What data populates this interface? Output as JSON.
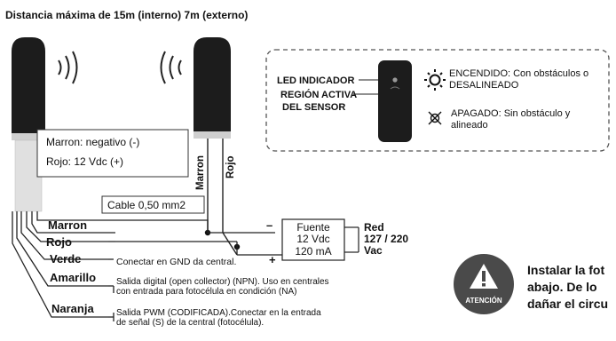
{
  "header": {
    "title": "Distancia máxima de 15m (interno) 7m (externo)"
  },
  "wire_legend": {
    "line1": "Marron: negativo (-)",
    "line2": "Rojo: 12 Vdc (+)"
  },
  "cable_label": "Cable 0,50 mm2",
  "vertical_wire_labels": {
    "left": "Marron",
    "right": "Rojo"
  },
  "wires": [
    {
      "label": "Marron",
      "color": "#6b4a2b"
    },
    {
      "label": "Rojo",
      "color": "#cc2b2b"
    },
    {
      "label": "Verde",
      "color": "#2e8b3c"
    },
    {
      "label": "Amarillo",
      "color": "#d9c21a"
    },
    {
      "label": "Naranja",
      "color": "#e07a1a"
    }
  ],
  "power_supply": {
    "line1": "Fuente",
    "line2": "12 Vdc",
    "line3": "120 mA",
    "minus": "–",
    "plus": "+"
  },
  "mains": {
    "line1": "Red",
    "line2": "127 / 220",
    "line3": "Vac"
  },
  "verde_note": "Conectar en GND da central.",
  "amarillo_note": {
    "line1": "Salida digital (open collector) (NPN). Uso en centrales",
    "line2": "con entrada para fotocélula en condición (NA)"
  },
  "naranja_note": {
    "line1": "Salida  PWM (CODIFICADA).Conectar en la entrada",
    "line2": "de señal (S) de la central (fotocélula)."
  },
  "indicator_box": {
    "led_label": "LED INDICADOR",
    "region_line1": "REGIÓN ACTIVA",
    "region_line2": "DEL SENSOR",
    "on_line1": "ENCENDIDO: Con obstáculos o",
    "on_line2": "DESALINEADO",
    "off_line1": "APAGADO: Sin obstáculo y",
    "off_line2": "alineado"
  },
  "warning": {
    "badge": "ATENCIÓN",
    "line1": "Instalar la fot",
    "line2": "abajo. De lo",
    "line3": "dañar el circu"
  },
  "icons": [
    "signal-waves-icon",
    "sun-on-icon",
    "sun-off-icon",
    "warning-triangle-icon"
  ],
  "colors": {
    "device": "#1c1c1c",
    "badge": "#4a4a4a",
    "dashed": "#555555"
  }
}
